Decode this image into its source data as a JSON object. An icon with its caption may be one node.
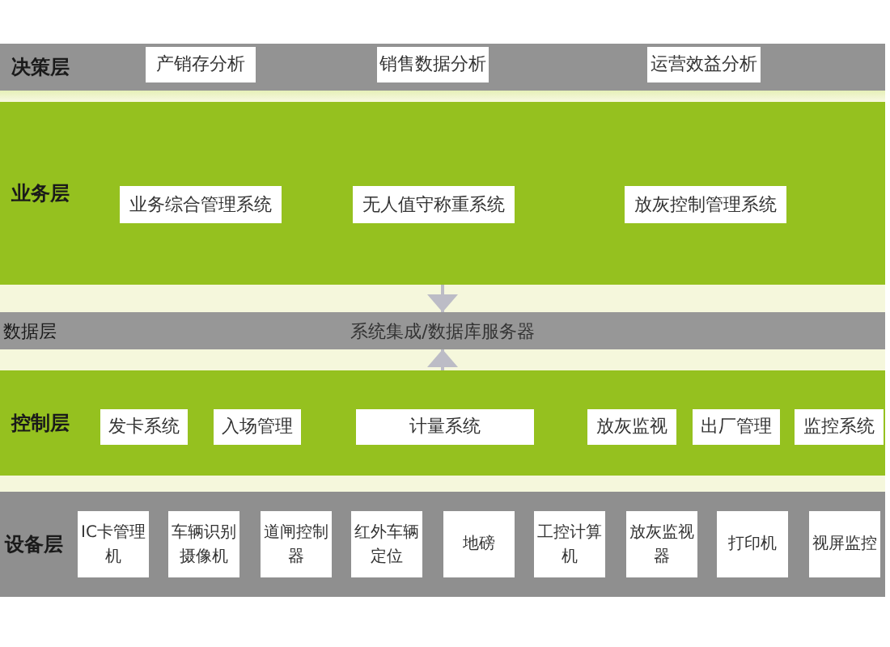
{
  "diagram": {
    "nodes": [
      {
        "text": [
          "决策层"
        ]
      },
      {
        "text": [
          "产销存分析"
        ],
        "in": 0
      },
      {
        "text": [
          "销售数据分析"
        ],
        "in": 0
      },
      {
        "text": [
          "运营效益分析"
        ],
        "in": 0
      },
      {
        "text": [
          "业务层"
        ]
      },
      {
        "text": [
          "业务综合管理系统"
        ],
        "in": 4
      },
      {
        "text": [
          "无人值守称重系统"
        ],
        "in": 4
      },
      {
        "text": [
          "放灰控制管理系统"
        ],
        "in": 4
      },
      {
        "text": [
          "数据层",
          "系统集成/数据库服务器"
        ]
      },
      {
        "text": [
          "控制层"
        ]
      },
      {
        "text": [
          "发卡系统"
        ],
        "in": 9
      },
      {
        "text": [
          "入场管理"
        ],
        "in": 9
      },
      {
        "text": [
          "计量系统"
        ],
        "in": 9
      },
      {
        "text": [
          "放灰监视"
        ],
        "in": 9
      },
      {
        "text": [
          "出厂管理"
        ],
        "in": 9
      },
      {
        "text": [
          "监控系统"
        ],
        "in": 9
      },
      {
        "text": [
          "设备层"
        ]
      },
      {
        "text": [
          "IC卡管理机"
        ],
        "in": 16
      },
      {
        "text": [
          "车辆识别摄像机"
        ],
        "in": 16
      },
      {
        "text": [
          "道闸控制器"
        ],
        "in": 16
      },
      {
        "text": [
          "红外车辆定位"
        ],
        "in": 16
      },
      {
        "text": [
          "地磅"
        ],
        "in": 16
      },
      {
        "text": [
          "工控计算机"
        ],
        "in": 16
      },
      {
        "text": [
          "放灰监视器"
        ],
        "in": 16
      },
      {
        "text": [
          "打印机"
        ],
        "in": 16
      },
      {
        "text": [
          "视屏监控"
        ],
        "in": 16
      }
    ],
    "edges": [
      {
        "from": 4,
        "to": 8,
        "arrow": "to"
      },
      {
        "from": 9,
        "to": 8,
        "arrow": "to"
      }
    ]
  }
}
